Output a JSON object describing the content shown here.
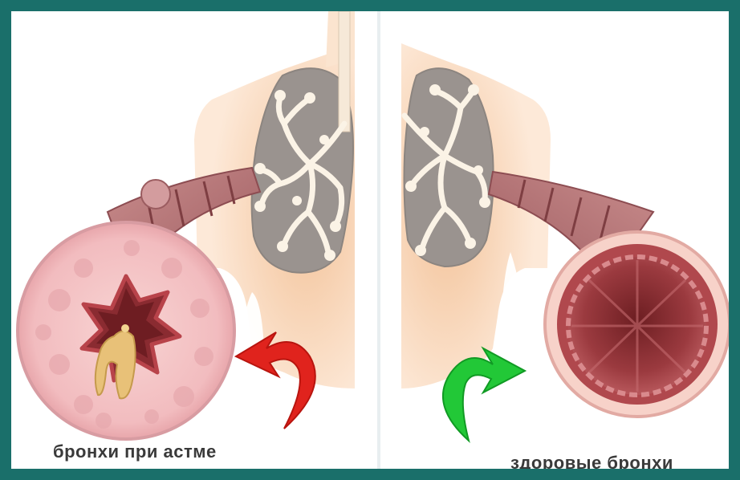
{
  "captions": {
    "asthma": "бронхи при астме",
    "healthy": "здоровые бронхи"
  },
  "colors": {
    "frame": "#1a6f6a",
    "skin": "#f2bf92",
    "lung": "#9b948f",
    "bronchi_tree": "#fbf4e8",
    "asthma_tissue": "#f3c3c5",
    "healthy_wall": "#a8484c",
    "arrow_asthma": "#e0231d",
    "arrow_healthy": "#22c837"
  },
  "icons": {
    "left_arrow": "curved-arrow-red",
    "right_arrow": "curved-arrow-green"
  }
}
